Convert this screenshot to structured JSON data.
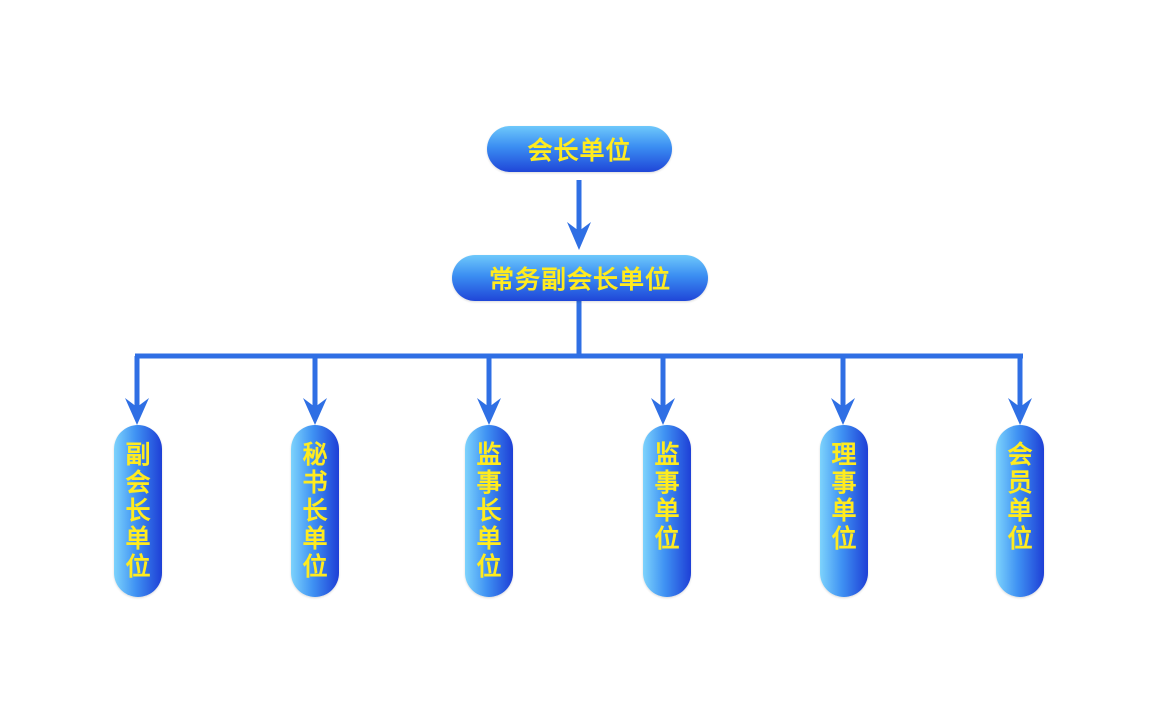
{
  "diagram": {
    "line_color": "#2f6fe4",
    "top_node": {
      "label": "会长单位"
    },
    "second_node": {
      "label": "常务副会长单位"
    },
    "leaf_nodes": [
      {
        "label": "副会长单位"
      },
      {
        "label": "秘书长单位"
      },
      {
        "label": "监事长单位"
      },
      {
        "label": "监事单位"
      },
      {
        "label": "理事单位"
      },
      {
        "label": "会员单位"
      }
    ]
  }
}
